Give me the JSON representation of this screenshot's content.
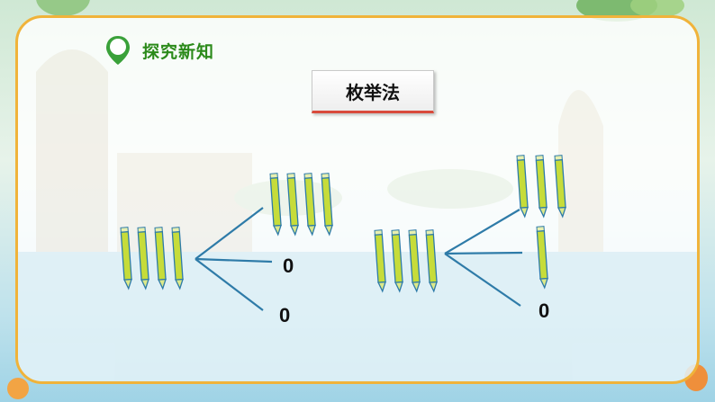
{
  "header": {
    "title": "探究新知",
    "icon": "map-pin-icon",
    "accent": "#2b8a1a"
  },
  "method": {
    "label": "枚举法"
  },
  "colors": {
    "pencil": "#c6dc3a",
    "pencil_outline": "#2e7ba8",
    "line": "#2e7ba8",
    "border": "#f0b33a",
    "method_underline": "#d94b3c"
  },
  "diagrams": [
    {
      "name": "left",
      "source_pencils": 4,
      "branches": [
        {
          "pencils": 4,
          "label": ""
        },
        {
          "pencils": 0,
          "label": "0"
        },
        {
          "pencils": 0,
          "label": "0"
        }
      ]
    },
    {
      "name": "right",
      "source_pencils": 4,
      "branches": [
        {
          "pencils": 3,
          "label": ""
        },
        {
          "pencils": 1,
          "label": ""
        },
        {
          "pencils": 0,
          "label": "0"
        }
      ]
    }
  ]
}
